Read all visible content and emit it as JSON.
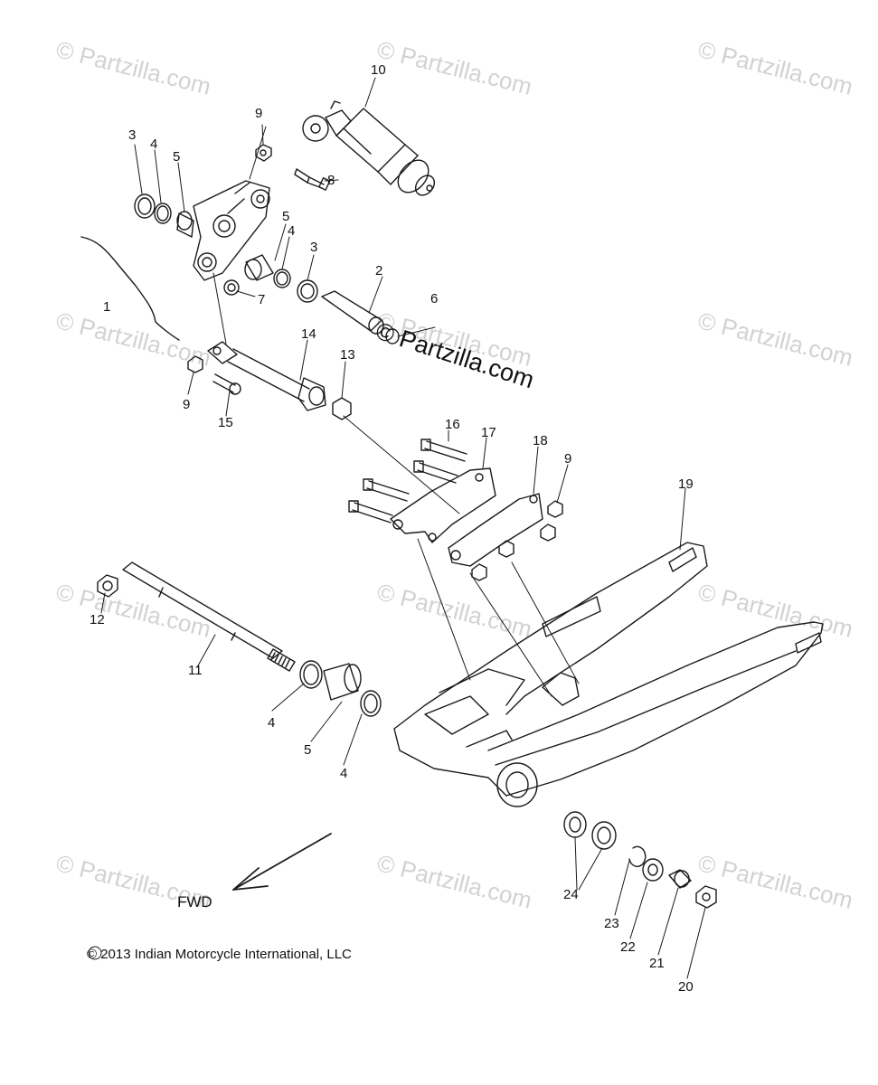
{
  "watermarks": [
    "© Partzilla.com",
    "© Partzilla.com",
    "© Partzilla.com",
    "© Partzilla.com",
    "© Partzilla.com",
    "© Partzilla.com",
    "© Partzilla.com",
    "© Partzilla.com",
    "© Partzilla.com",
    "© Partzilla.com",
    "© Partzilla.com",
    "© Partzilla.com"
  ],
  "center_watermark": "© Partzilla.com",
  "callouts": [
    "1",
    "2",
    "3",
    "3",
    "4",
    "4",
    "4",
    "4",
    "5",
    "5",
    "5",
    "6",
    "7",
    "8",
    "9",
    "9",
    "9",
    "10",
    "11",
    "12",
    "13",
    "14",
    "15",
    "16",
    "17",
    "18",
    "19",
    "20",
    "21",
    "22",
    "23",
    "24"
  ],
  "direction_label": "FWD",
  "copyright": "© 2013 Indian Motorcycle International, LLC",
  "colors": {
    "line": "#1a1a1a",
    "watermark": "#d2d2d2",
    "background": "#ffffff"
  }
}
